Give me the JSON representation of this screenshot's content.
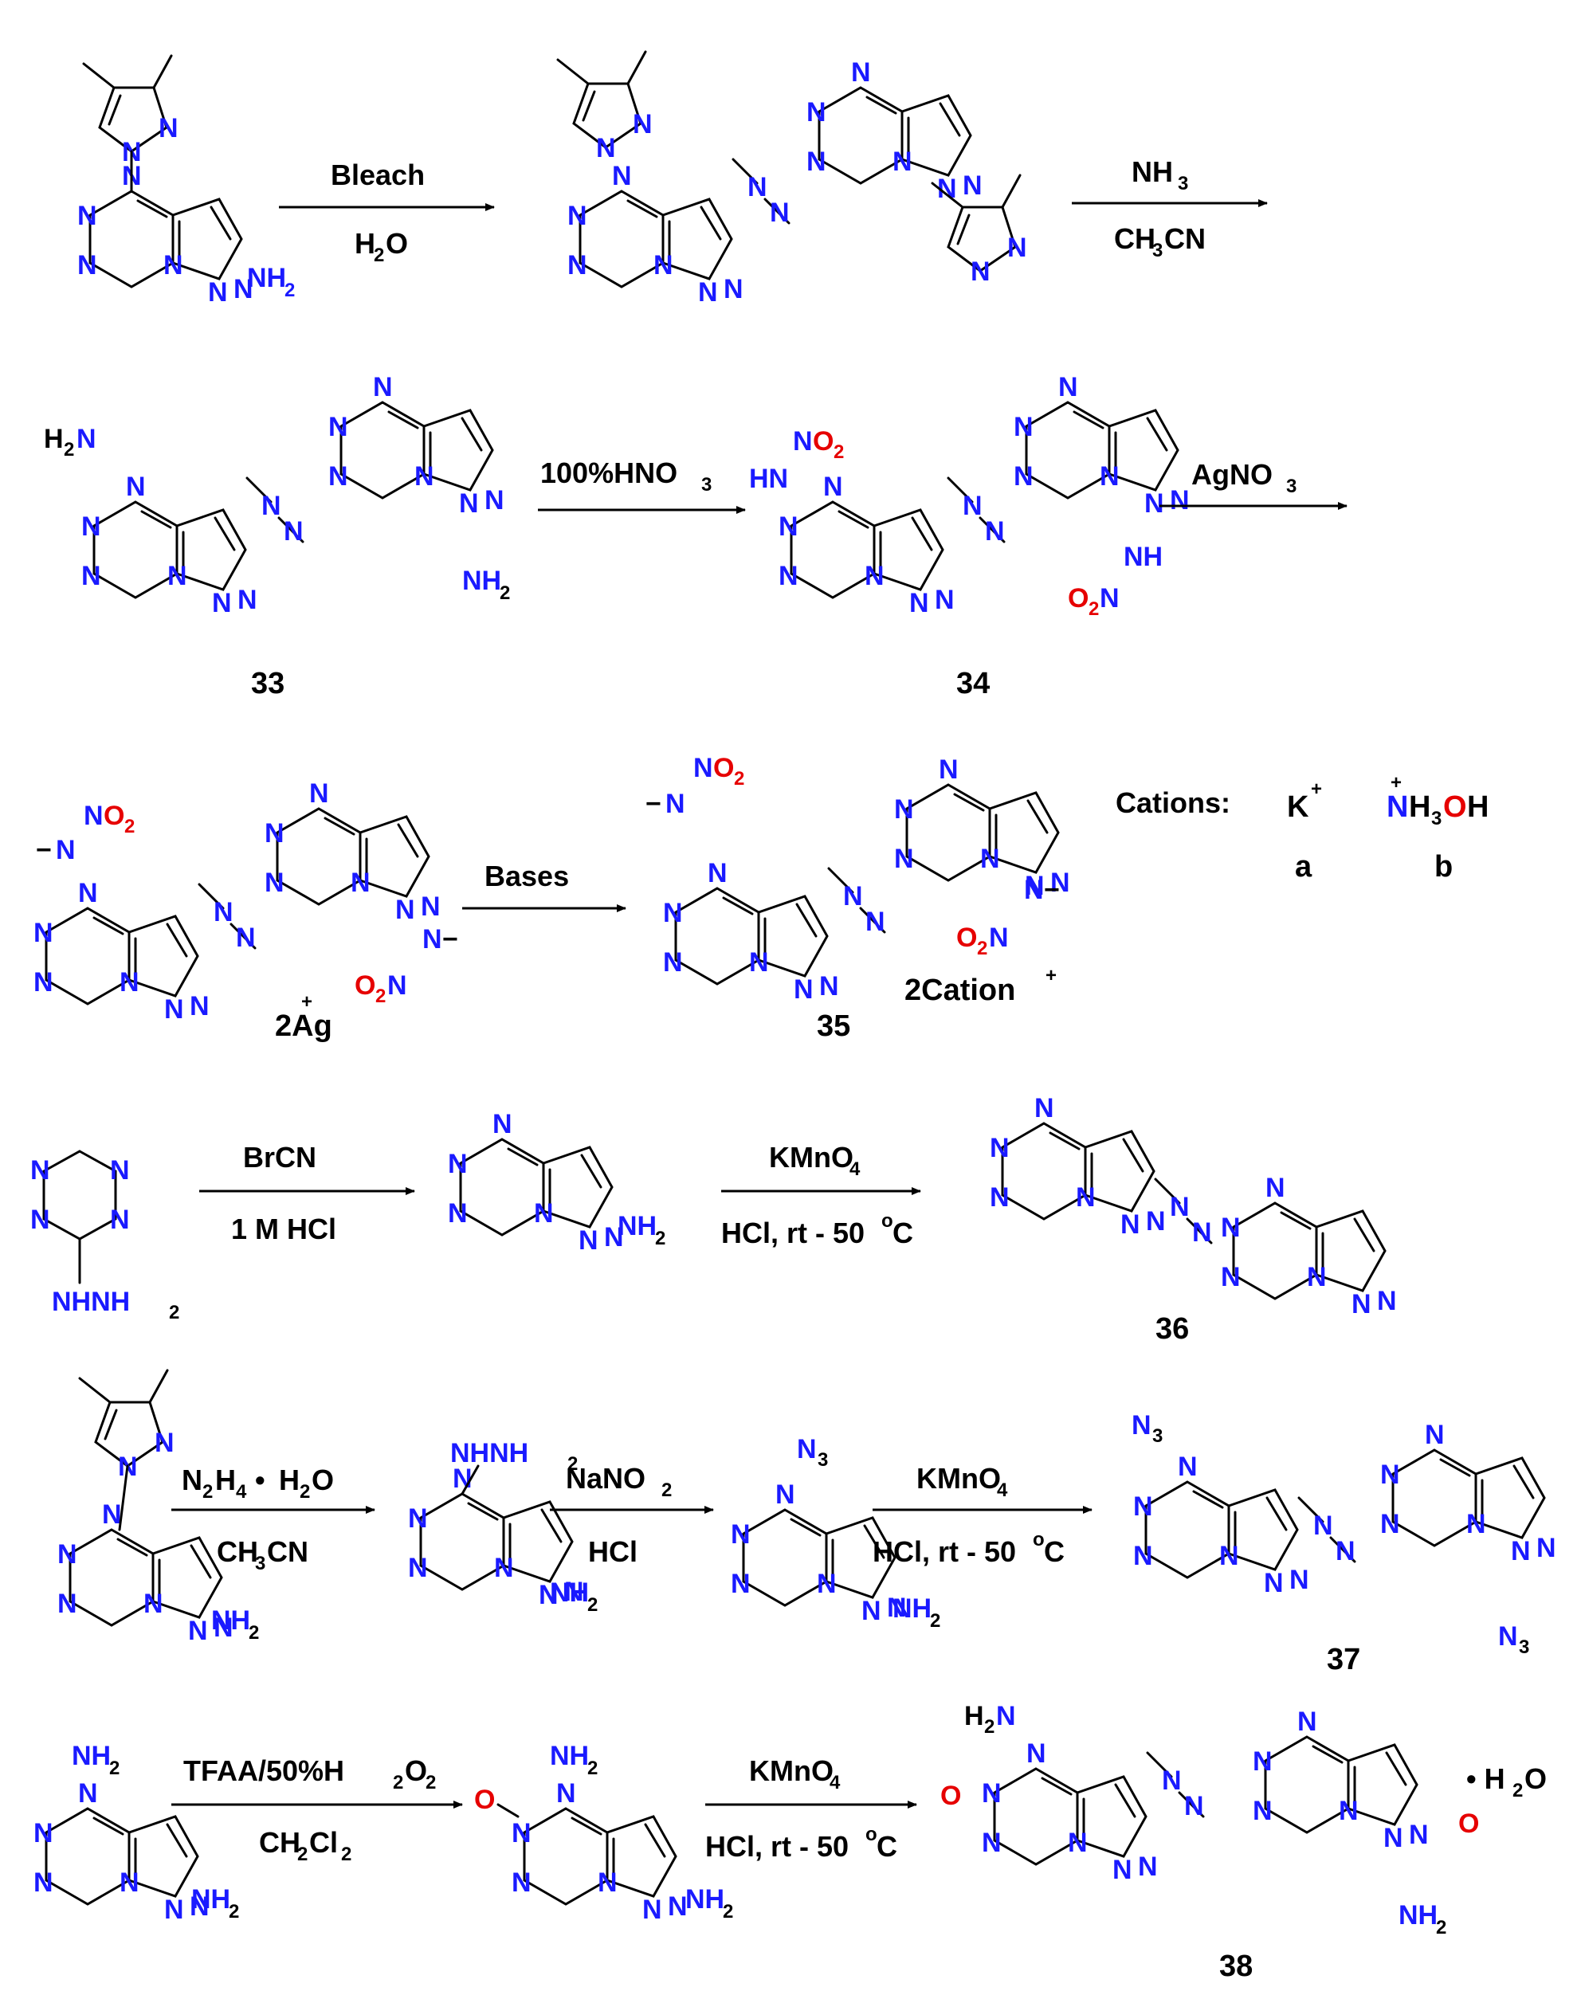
{
  "colors": {
    "nitrogen": "#1a1aff",
    "oxygen": "#e60000",
    "carbon_text": "#000000",
    "bond": "#000000"
  },
  "atoms": {
    "N": "N",
    "O": "O",
    "O_minus": "O",
    "NH": "NH",
    "HN": "HN",
    "H": "H",
    "NH2": "NH",
    "H2N": "H",
    "N3": "N",
    "sub2": "2",
    "sub3": "3",
    "minus": "−",
    "plus": "+"
  },
  "labels": {
    "c33": "33",
    "c34": "34",
    "c35": "35",
    "c36": "36",
    "c37": "37",
    "c38": "38",
    "cations_title": "Cations:",
    "cation_a_label": "a",
    "cation_b_label": "b",
    "cation_K": "K",
    "cation_NH3OH_N": "N",
    "cation_NH3OH_H3": "H",
    "cation_NH3OH_O": "O",
    "cation_NH3OH_H": "H",
    "two_ag": "2Ag",
    "two_cation": "2Cation",
    "water_dot": "•",
    "water_H": "H",
    "water_O": "O",
    "hydrate": "• H"
  },
  "reagents": {
    "r1_top": "Bleach",
    "r1_bottom_H": "H",
    "r1_bottom_O": "O",
    "r2_top_NH": "NH",
    "r2_bottom": "CH",
    "r2_bottom_CN": "CN",
    "r3_top": "100%HNO",
    "r4_top": "AgNO",
    "r5_top": "Bases",
    "r6_top": "BrCN",
    "r6_bottom": "1 M HCl",
    "r7_top": "KMnO",
    "r7_bottom": "HCl, rt - 50",
    "r7_deg": "o",
    "r7_C": "C",
    "r8_top_N": "N",
    "r8_top_H": "H",
    "r8_top_dot": "•",
    "r8_top_H2O": "H",
    "r8_top_O": "O",
    "r8_bottom": "CH",
    "r8_bottom_CN": "CN",
    "r9_top": "NaNO",
    "r9_bottom": "HCl",
    "r10_top": "KMnO",
    "r10_bottom": "HCl, rt - 50",
    "r10_deg": "o",
    "r10_C": "C",
    "r11_top": "TFAA/50%H",
    "r11_top_O": "O",
    "r11_bottom": "CH",
    "r11_bottom_Cl": "Cl",
    "r12_top": "KMnO",
    "r12_bottom": "HCl, rt - 50",
    "r12_deg": "o",
    "r12_C": "C"
  },
  "substituents": {
    "nhnh2": "NHNH",
    "n3": "N"
  }
}
